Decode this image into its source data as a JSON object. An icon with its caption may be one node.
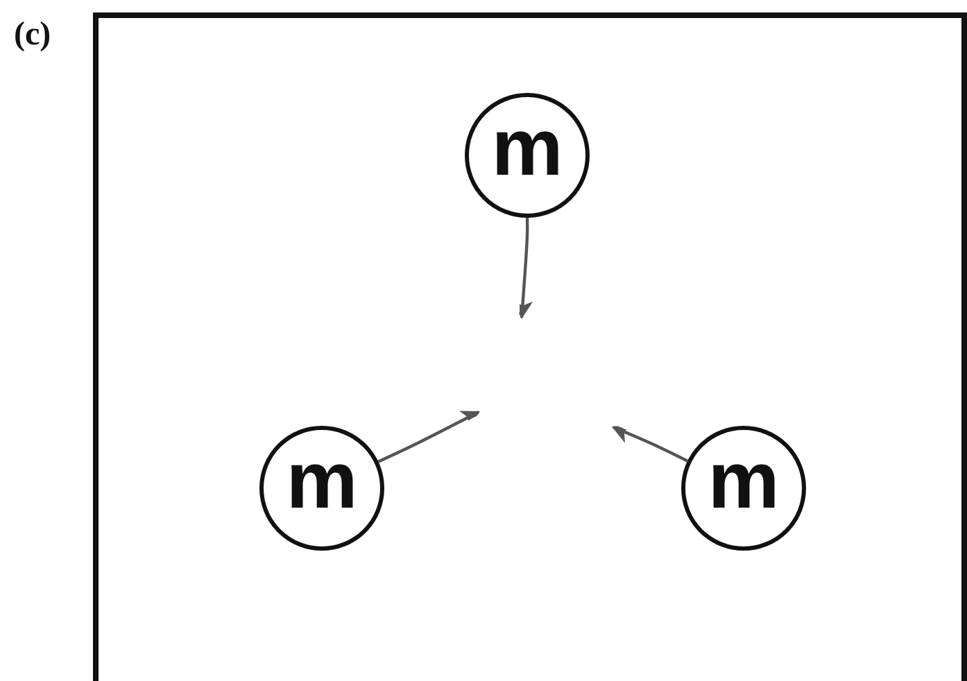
{
  "diagram": {
    "nodes": [
      {
        "text": [
          "m"
        ]
      },
      {
        "text": [
          "m"
        ]
      },
      {
        "text": [
          "m"
        ]
      }
    ],
    "edges": [
      {
        "from": 0,
        "to": null,
        "arrow": "to"
      },
      {
        "from": 1,
        "to": null,
        "arrow": "to"
      },
      {
        "from": 2,
        "to": null,
        "arrow": "to"
      }
    ],
    "labels": [
      "(c)"
    ]
  }
}
